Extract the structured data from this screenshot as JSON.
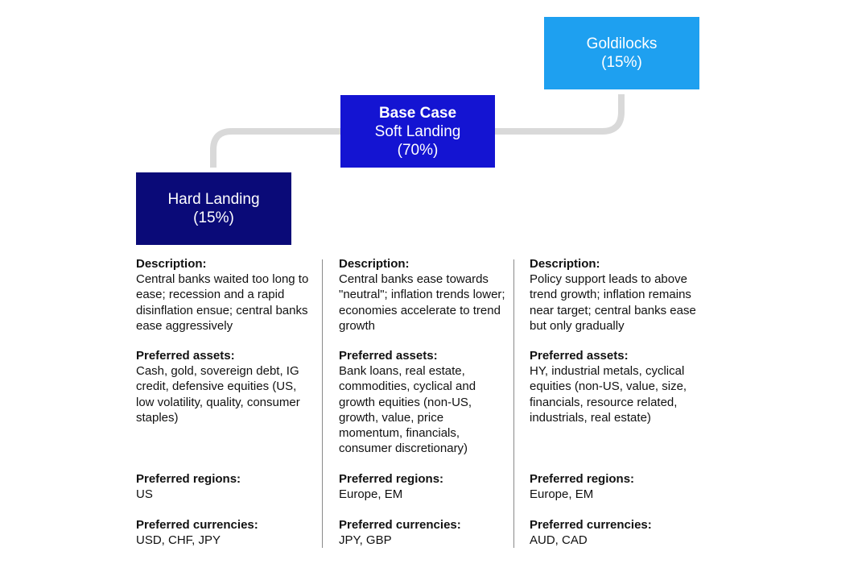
{
  "scenarios": {
    "goldilocks": {
      "title": "Goldilocks",
      "probability": "(15%)",
      "color": "#1ea0f0"
    },
    "base": {
      "kicker": "Base Case",
      "title": "Soft Landing",
      "probability": "(70%)",
      "color": "#1414d2"
    },
    "hard": {
      "title": "Hard Landing",
      "probability": "(15%)",
      "color": "#0a0a78"
    }
  },
  "labels": {
    "description": "Description:",
    "preferred_assets": "Preferred assets:",
    "preferred_regions": "Preferred regions:",
    "preferred_currencies": "Preferred currencies:"
  },
  "columns": {
    "hard": {
      "description": "Central banks waited too long to ease; recession and a rapid disinflation ensue; central banks ease aggressively",
      "assets": "Cash, gold, sovereign debt, IG credit, defensive equities (US, low volatility, quality, consumer staples)",
      "regions": "US",
      "currencies": "USD, CHF, JPY"
    },
    "base": {
      "description": "Central banks ease towards \"neutral\"; inflation trends lower; economies accelerate to trend growth",
      "assets": "Bank loans, real estate, commodities, cyclical and growth equities (non-US, growth, value, price momentum, financials, consumer discretionary)",
      "regions": "Europe, EM",
      "currencies": "JPY, GBP"
    },
    "goldilocks": {
      "description": "Policy support leads to above trend growth; inflation remains near target; central banks ease but only gradually",
      "assets": "HY, industrial metals, cyclical equities (non-US, value, size, financials, resource related, industrials, real estate)",
      "regions": "Europe, EM",
      "currencies": "AUD, CAD"
    }
  },
  "colors": {
    "connector": "#d9d9d9",
    "divider": "#8a8a8a",
    "text": "#111111"
  }
}
